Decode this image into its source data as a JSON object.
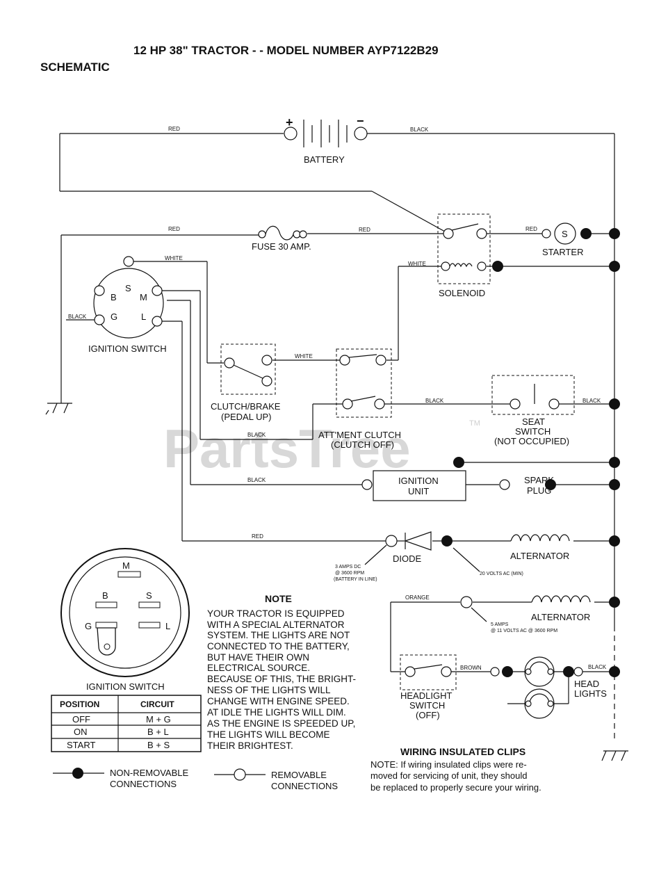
{
  "header": {
    "title": "12 HP 38\" TRACTOR - - MODEL NUMBER AYP7122B29",
    "subtitle": "SCHEMATIC"
  },
  "components": {
    "battery": "BATTERY",
    "battery_plus": "+",
    "battery_minus": "−",
    "fuse": "FUSE 30 AMP.",
    "starter": "STARTER",
    "starter_s": "S",
    "solenoid": "SOLENOID",
    "ignition_switch": "IGNITION SWITCH",
    "ign_terminals": {
      "s": "S",
      "b": "B",
      "m": "M",
      "g": "G",
      "l": "L"
    },
    "clutch_brake_1": "CLUTCH/BRAKE",
    "clutch_brake_2": "(PEDAL UP)",
    "attment_1": "ATT'MENT CLUTCH",
    "attment_2": "(CLUTCH OFF)",
    "seat_1": "SEAT",
    "seat_2": "SWITCH",
    "seat_3": "(NOT OCCUPIED)",
    "ign_unit_1": "IGNITION",
    "ign_unit_2": "UNIT",
    "spark_1": "SPARK",
    "spark_2": "PLUG",
    "diode": "DIODE",
    "alternator_1": "ALTERNATOR",
    "alternator_2": "ALTERNATOR",
    "headlight_sw_1": "HEADLIGHT",
    "headlight_sw_2": "SWITCH",
    "headlight_sw_3": "(OFF)",
    "head_lights_1": "HEAD",
    "head_lights_2": "LIGHTS"
  },
  "wires": {
    "red_batt": "RED",
    "black_batt": "BLACK",
    "red_fuse_l": "RED",
    "red_fuse_r": "RED",
    "red_starter": "RED",
    "white_top": "WHITE",
    "white_sol": "WHITE",
    "black_ign": "BLACK",
    "white_mid": "WHITE",
    "black_att": "BLACK",
    "black_seat": "BLACK",
    "black_clutch": "BLACK",
    "black_unit": "BLACK",
    "red_diode": "RED",
    "orange": "ORANGE",
    "brown": "BROWN",
    "black_lights": "BLACK"
  },
  "annotations": {
    "amps_dc_1": "3 AMPS DC",
    "amps_dc_2": "@ 3600 RPM",
    "amps_dc_3": "(BATTERY IN LINE)",
    "volts_ac": "20 VOLTS AC (MIN)",
    "amps_ac_1": "5 AMPS",
    "amps_ac_2": "@ 11 VOLTS AC @ 3600 RPM"
  },
  "switch_detail": {
    "title": "IGNITION SWITCH",
    "m": "M",
    "b": "B",
    "s": "S",
    "g": "G",
    "l": "L"
  },
  "position_table": {
    "headers": [
      "POSITION",
      "CIRCUIT"
    ],
    "rows": [
      [
        "OFF",
        "M + G"
      ],
      [
        "ON",
        "B + L"
      ],
      [
        "START",
        "B + S"
      ]
    ]
  },
  "note": {
    "title": "NOTE",
    "lines": [
      "YOUR TRACTOR IS EQUIPPED",
      "WITH A SPECIAL ALTERNATOR",
      "SYSTEM.  THE LIGHTS ARE NOT",
      "CONNECTED TO THE BATTERY,",
      "BUT HAVE THEIR OWN",
      "ELECTRICAL SOURCE.",
      "BECAUSE OF THIS, THE BRIGHT-",
      "NESS OF THE LIGHTS WILL",
      "CHANGE WITH ENGINE SPEED.",
      "AT IDLE THE LIGHTS WILL DIM.",
      "AS THE ENGINE IS SPEEDED UP,",
      "THE LIGHTS WILL BECOME",
      "THEIR BRIGHTEST."
    ]
  },
  "legend": {
    "non_removable_1": "NON-REMOVABLE",
    "non_removable_2": "CONNECTIONS",
    "removable_1": "REMOVABLE",
    "removable_2": "CONNECTIONS"
  },
  "clips": {
    "title": "WIRING INSULATED CLIPS",
    "lines": [
      "NOTE: If wiring insulated clips  were  re-",
      "moved  for servicing  of  unit,  they should",
      "be replaced to properly secure your wiring."
    ]
  },
  "watermark": {
    "text": "PartsTree",
    "tm": "TM"
  }
}
